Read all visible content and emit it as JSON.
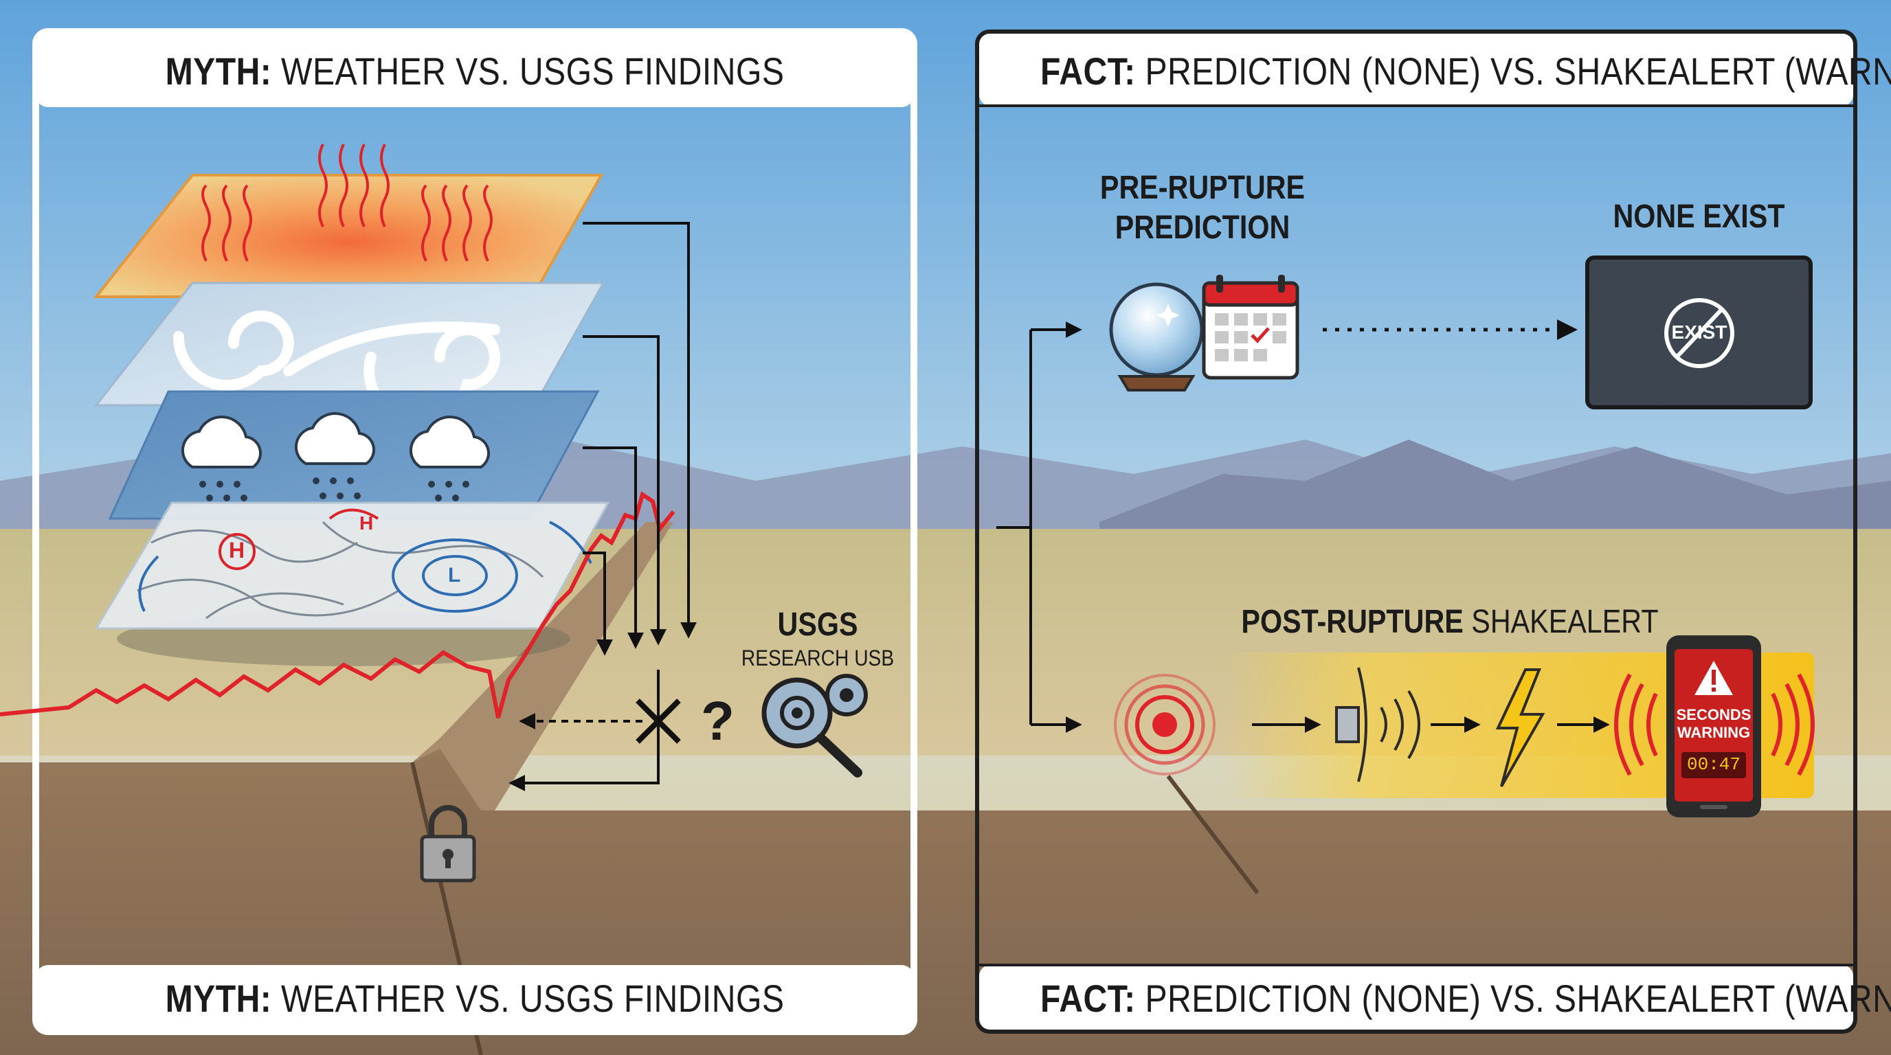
{
  "left_panel": {
    "title_prefix": "MYTH:",
    "title_rest": "WEATHER VS. USGS FINDINGS",
    "footer_prefix": "MYTH:",
    "footer_rest": "WEATHER VS. USGS FINDINGS",
    "map_high_labels": [
      "H",
      "H"
    ],
    "map_low_label": "L",
    "usgs_title": "USGS",
    "usgs_subtitle": "RESEARCH USB",
    "question_mark": "?"
  },
  "right_panel": {
    "title_prefix": "FACT:",
    "title_rest": "PREDICTION (NONE) VS. SHAKEALERT (WARNING)",
    "footer_prefix": "FACT:",
    "footer_rest": "PREDICTION (NONE) VS. SHAKEALERT (WARNING)",
    "pre_rupture_line1": "PRE-RUPTURE",
    "pre_rupture_line2": "PREDICTION",
    "none_exist": "NONE EXIST",
    "exist_badge": "EXIST",
    "post_rupture_bold": "POST-RUPTURE",
    "post_rupture_rest": "SHAKEALERT",
    "phone_line1": "SECONDS",
    "phone_line2": "WARNING",
    "phone_timer": "00:47"
  },
  "colors": {
    "sky": "#7fb6e0",
    "ground_top": "#d2c395",
    "earth": "#8d7359",
    "fault_red": "#e0232a",
    "panel_border": "#1f1f1f",
    "alert_yellow": "#f5c518",
    "phone_red": "#c8201f"
  },
  "icons": [
    "heat-layer",
    "wind-layer",
    "rain-cloud-icon",
    "pressure-map",
    "lock-icon",
    "magnifier-gear-icon",
    "crystal-ball-icon",
    "calendar-icon",
    "prohibited-icon",
    "epicenter-icon",
    "sensor-icon",
    "lightning-icon",
    "phone-alert-icon",
    "warning-triangle-icon"
  ]
}
